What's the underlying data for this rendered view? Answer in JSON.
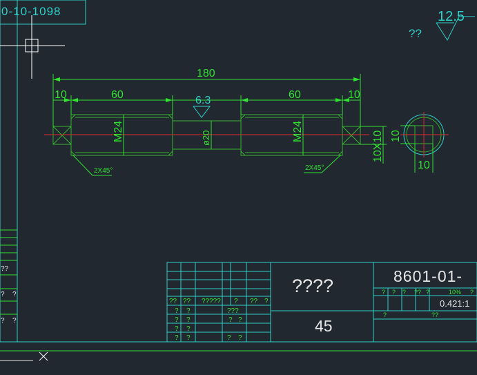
{
  "colors": {
    "background": "#212830",
    "frame": "#2fd2c8",
    "dim": "#31e231",
    "part": "#36b42e",
    "center": "#e0282d",
    "white": "#e6e6e6",
    "crosshair": "#ffffff"
  },
  "top_tag": "0-10-1098",
  "roughness_general": {
    "value": "12.5",
    "note": "??"
  },
  "roughness_mid": "6.3",
  "dims": {
    "overall": "180",
    "left_end": "10",
    "left_seg": "60",
    "right_seg": "60",
    "right_end": "10",
    "thread_left": "M24",
    "thread_right": "M24",
    "dia_mid": "ø20",
    "chamfer_left": "2X45°",
    "chamfer_right": "2X45°",
    "square_side": "10X10",
    "square_tick": "10",
    "end_square_h": "10",
    "end_square_w": "10"
  },
  "title_block": {
    "part_name": "????",
    "quantity": "45",
    "drawing_no": "8601-01-",
    "scale": "0.421:1",
    "row_labels_1": [
      "??",
      "??",
      "?????",
      "?",
      "??",
      "?"
    ],
    "row_labels_2": [
      "?",
      "?",
      "???"
    ],
    "row_labels_3": [
      "?",
      "?",
      "?",
      "?"
    ],
    "row_labels_4": [
      "?",
      "?",
      "?",
      "?"
    ],
    "right_small": [
      "?",
      "?",
      "?",
      "??",
      "?",
      "10%",
      "?"
    ],
    "right_bottom": [
      "?",
      "??"
    ]
  },
  "left_table": [
    "??",
    "?",
    "?",
    "?",
    "?",
    "?"
  ],
  "command_line": ""
}
